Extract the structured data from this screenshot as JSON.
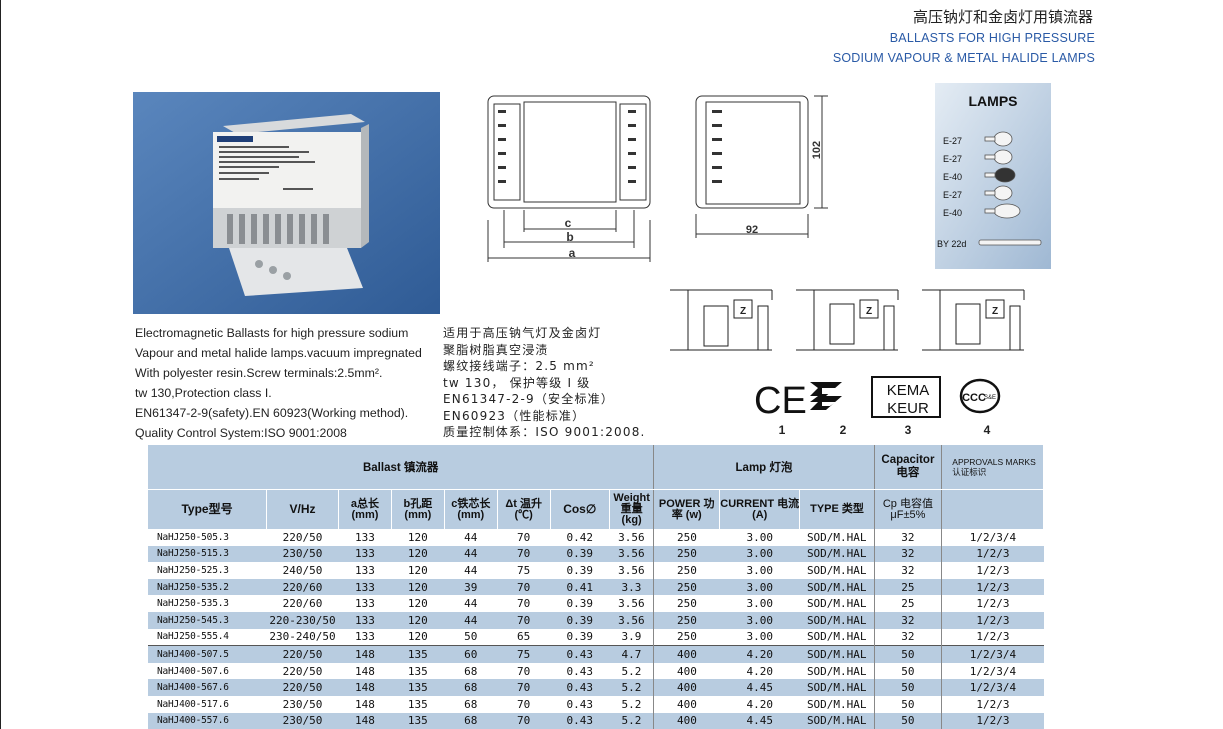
{
  "header": {
    "title_cn": "高压钠灯和金卤灯用镇流器",
    "title_en_line1": "BALLASTS FOR HIGH PRESSURE",
    "title_en_line2": "SODIUM VAPOUR & METAL HALIDE  LAMPS"
  },
  "drawings": {
    "dim_c": "c",
    "dim_b": "b",
    "dim_a": "a",
    "dim_height": "102",
    "dim_width": "92"
  },
  "lamps": {
    "title": "LAMPS",
    "items": [
      "E-27",
      "E-27",
      "E-40",
      "E-27",
      "E-40",
      "BY 22d"
    ]
  },
  "description_en": [
    "Electromagnetic Ballasts for high pressure sodium",
    "Vapour and metal halide lamps.vacuum impregnated",
    "With polyester resin.Screw terminals:2.5mm².",
    "tw 130,Protection class I.",
    "EN61347-2-9(safety).EN 60923(Working method).",
    "Quality Control System:ISO 9001:2008"
  ],
  "description_cn": [
    "适用于高压钠气灯及金卤灯",
    "聚脂树脂真空浸渍",
    "螺纹接线端子：2.5 mm²",
    "tw 130， 保护等级 I 级",
    "EN61347-2-9（安全标准）",
    "EN60923（性能标准）",
    "质量控制体系：ISO 9001:2008."
  ],
  "certifications": {
    "labels": [
      "1",
      "2",
      "3",
      "4"
    ],
    "ce": "CE",
    "kema": "KEMA",
    "keur": "KEUR",
    "ccc": "CCC",
    "ccc_sub": "S&E"
  },
  "table": {
    "group_ballast": "Ballast  镇流器",
    "group_lamp": "Lamp 灯泡",
    "group_capacitor": "Capacitor 电容",
    "group_approvals": "APPROVALS MARKS 认证标识",
    "columns": [
      "Type型号",
      "V/Hz",
      "a总长 (mm)",
      "b孔距 (mm)",
      "c铁芯长 (mm)",
      "Δt 温升 (℃)",
      "Cos∅",
      "Weight 重量 (kg)",
      "POWER 功率 (w)",
      "CURRENT 电流 (A)",
      "TYPE 类型",
      "Cp 电容值 μF±5%",
      ""
    ],
    "rows": [
      [
        "NaHJ250-505.3",
        "220/50",
        "133",
        "120",
        "44",
        "70",
        "0.42",
        "3.56",
        "250",
        "3.00",
        "SOD/M.HAL",
        "32",
        "1/2/3/4"
      ],
      [
        "NaHJ250-515.3",
        "230/50",
        "133",
        "120",
        "44",
        "70",
        "0.39",
        "3.56",
        "250",
        "3.00",
        "SOD/M.HAL",
        "32",
        "1/2/3"
      ],
      [
        "NaHJ250-525.3",
        "240/50",
        "133",
        "120",
        "44",
        "75",
        "0.39",
        "3.56",
        "250",
        "3.00",
        "SOD/M.HAL",
        "32",
        "1/2/3"
      ],
      [
        "NaHJ250-535.2",
        "220/60",
        "133",
        "120",
        "39",
        "70",
        "0.41",
        "3.3",
        "250",
        "3.00",
        "SOD/M.HAL",
        "25",
        "1/2/3"
      ],
      [
        "NaHJ250-535.3",
        "220/60",
        "133",
        "120",
        "44",
        "70",
        "0.39",
        "3.56",
        "250",
        "3.00",
        "SOD/M.HAL",
        "25",
        "1/2/3"
      ],
      [
        "NaHJ250-545.3",
        "220-230/50",
        "133",
        "120",
        "44",
        "70",
        "0.39",
        "3.56",
        "250",
        "3.00",
        "SOD/M.HAL",
        "32",
        "1/2/3"
      ],
      [
        "NaHJ250-555.4",
        "230-240/50",
        "133",
        "120",
        "50",
        "65",
        "0.39",
        "3.9",
        "250",
        "3.00",
        "SOD/M.HAL",
        "32",
        "1/2/3"
      ],
      [
        "NaHJ400-507.5",
        "220/50",
        "148",
        "135",
        "60",
        "75",
        "0.43",
        "4.7",
        "400",
        "4.20",
        "SOD/M.HAL",
        "50",
        "1/2/3/4"
      ],
      [
        "NaHJ400-507.6",
        "220/50",
        "148",
        "135",
        "68",
        "70",
        "0.43",
        "5.2",
        "400",
        "4.20",
        "SOD/M.HAL",
        "50",
        "1/2/3/4"
      ],
      [
        "NaHJ400-567.6",
        "220/50",
        "148",
        "135",
        "68",
        "70",
        "0.43",
        "5.2",
        "400",
        "4.45",
        "SOD/M.HAL",
        "50",
        "1/2/3/4"
      ],
      [
        "NaHJ400-517.6",
        "230/50",
        "148",
        "135",
        "68",
        "70",
        "0.43",
        "5.2",
        "400",
        "4.20",
        "SOD/M.HAL",
        "50",
        "1/2/3"
      ],
      [
        "NaHJ400-557.6",
        "230/50",
        "148",
        "135",
        "68",
        "70",
        "0.43",
        "5.2",
        "400",
        "4.45",
        "SOD/M.HAL",
        "50",
        "1/2/3"
      ]
    ],
    "row_shading": [
      "white",
      "blue",
      "white",
      "blue",
      "white",
      "blue",
      "white",
      "blue",
      "white",
      "blue",
      "white",
      "blue"
    ]
  },
  "colors": {
    "header_blue": "#b8cce0",
    "title_blue": "#2a5aa6",
    "photo_bg": "#3f6fa9"
  }
}
